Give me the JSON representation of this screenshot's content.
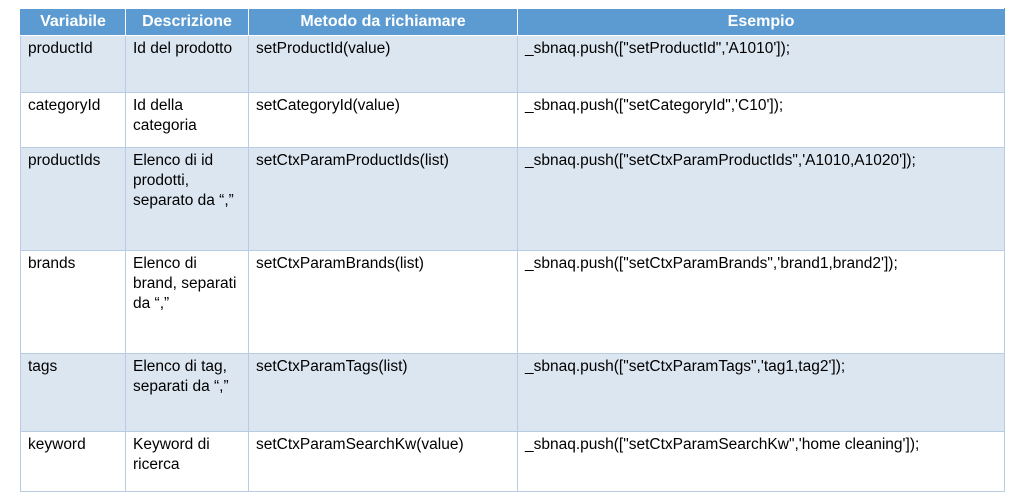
{
  "table": {
    "headers": [
      "Variabile",
      "Descrizione",
      "Metodo da richiamare",
      "Esempio"
    ],
    "rows": [
      {
        "variable": "productId",
        "description": "Id del prodotto",
        "method": "setProductId(value)",
        "example": "_sbnaq.push([\"setProductId\",'A1010']);"
      },
      {
        "variable": "categoryId",
        "description": "Id della categoria",
        "method": "setCategoryId(value)",
        "example": "_sbnaq.push([\"setCategoryId\",'C10']);"
      },
      {
        "variable": "productIds",
        "description": "Elenco di id prodotti, separato da “,”",
        "method": "setCtxParamProductIds(list)",
        "example": "_sbnaq.push([\"setCtxParamProductIds\",'A1010,A1020']);"
      },
      {
        "variable": "brands",
        "description": "Elenco di brand, separati da “,”",
        "method": "setCtxParamBrands(list)",
        "example": "_sbnaq.push([\"setCtxParamBrands\",'brand1,brand2']);"
      },
      {
        "variable": "tags",
        "description": "Elenco di tag, separati da “,”",
        "method": "setCtxParamTags(list)",
        "example": "_sbnaq.push([\"setCtxParamTags\",'tag1,tag2']);"
      },
      {
        "variable": "keyword",
        "description": "Keyword di ricerca",
        "method": "setCtxParamSearchKw(value)",
        "example": "_sbnaq.push([\"setCtxParamSearchKw\",'home cleaning']);"
      }
    ]
  },
  "colors": {
    "header_background": "#5b9bd1",
    "header_text": "#ffffff",
    "row_shaded": "#dce6f1",
    "row_plain": "#ffffff",
    "cell_border": "#b8cce4",
    "body_text": "#000000"
  }
}
